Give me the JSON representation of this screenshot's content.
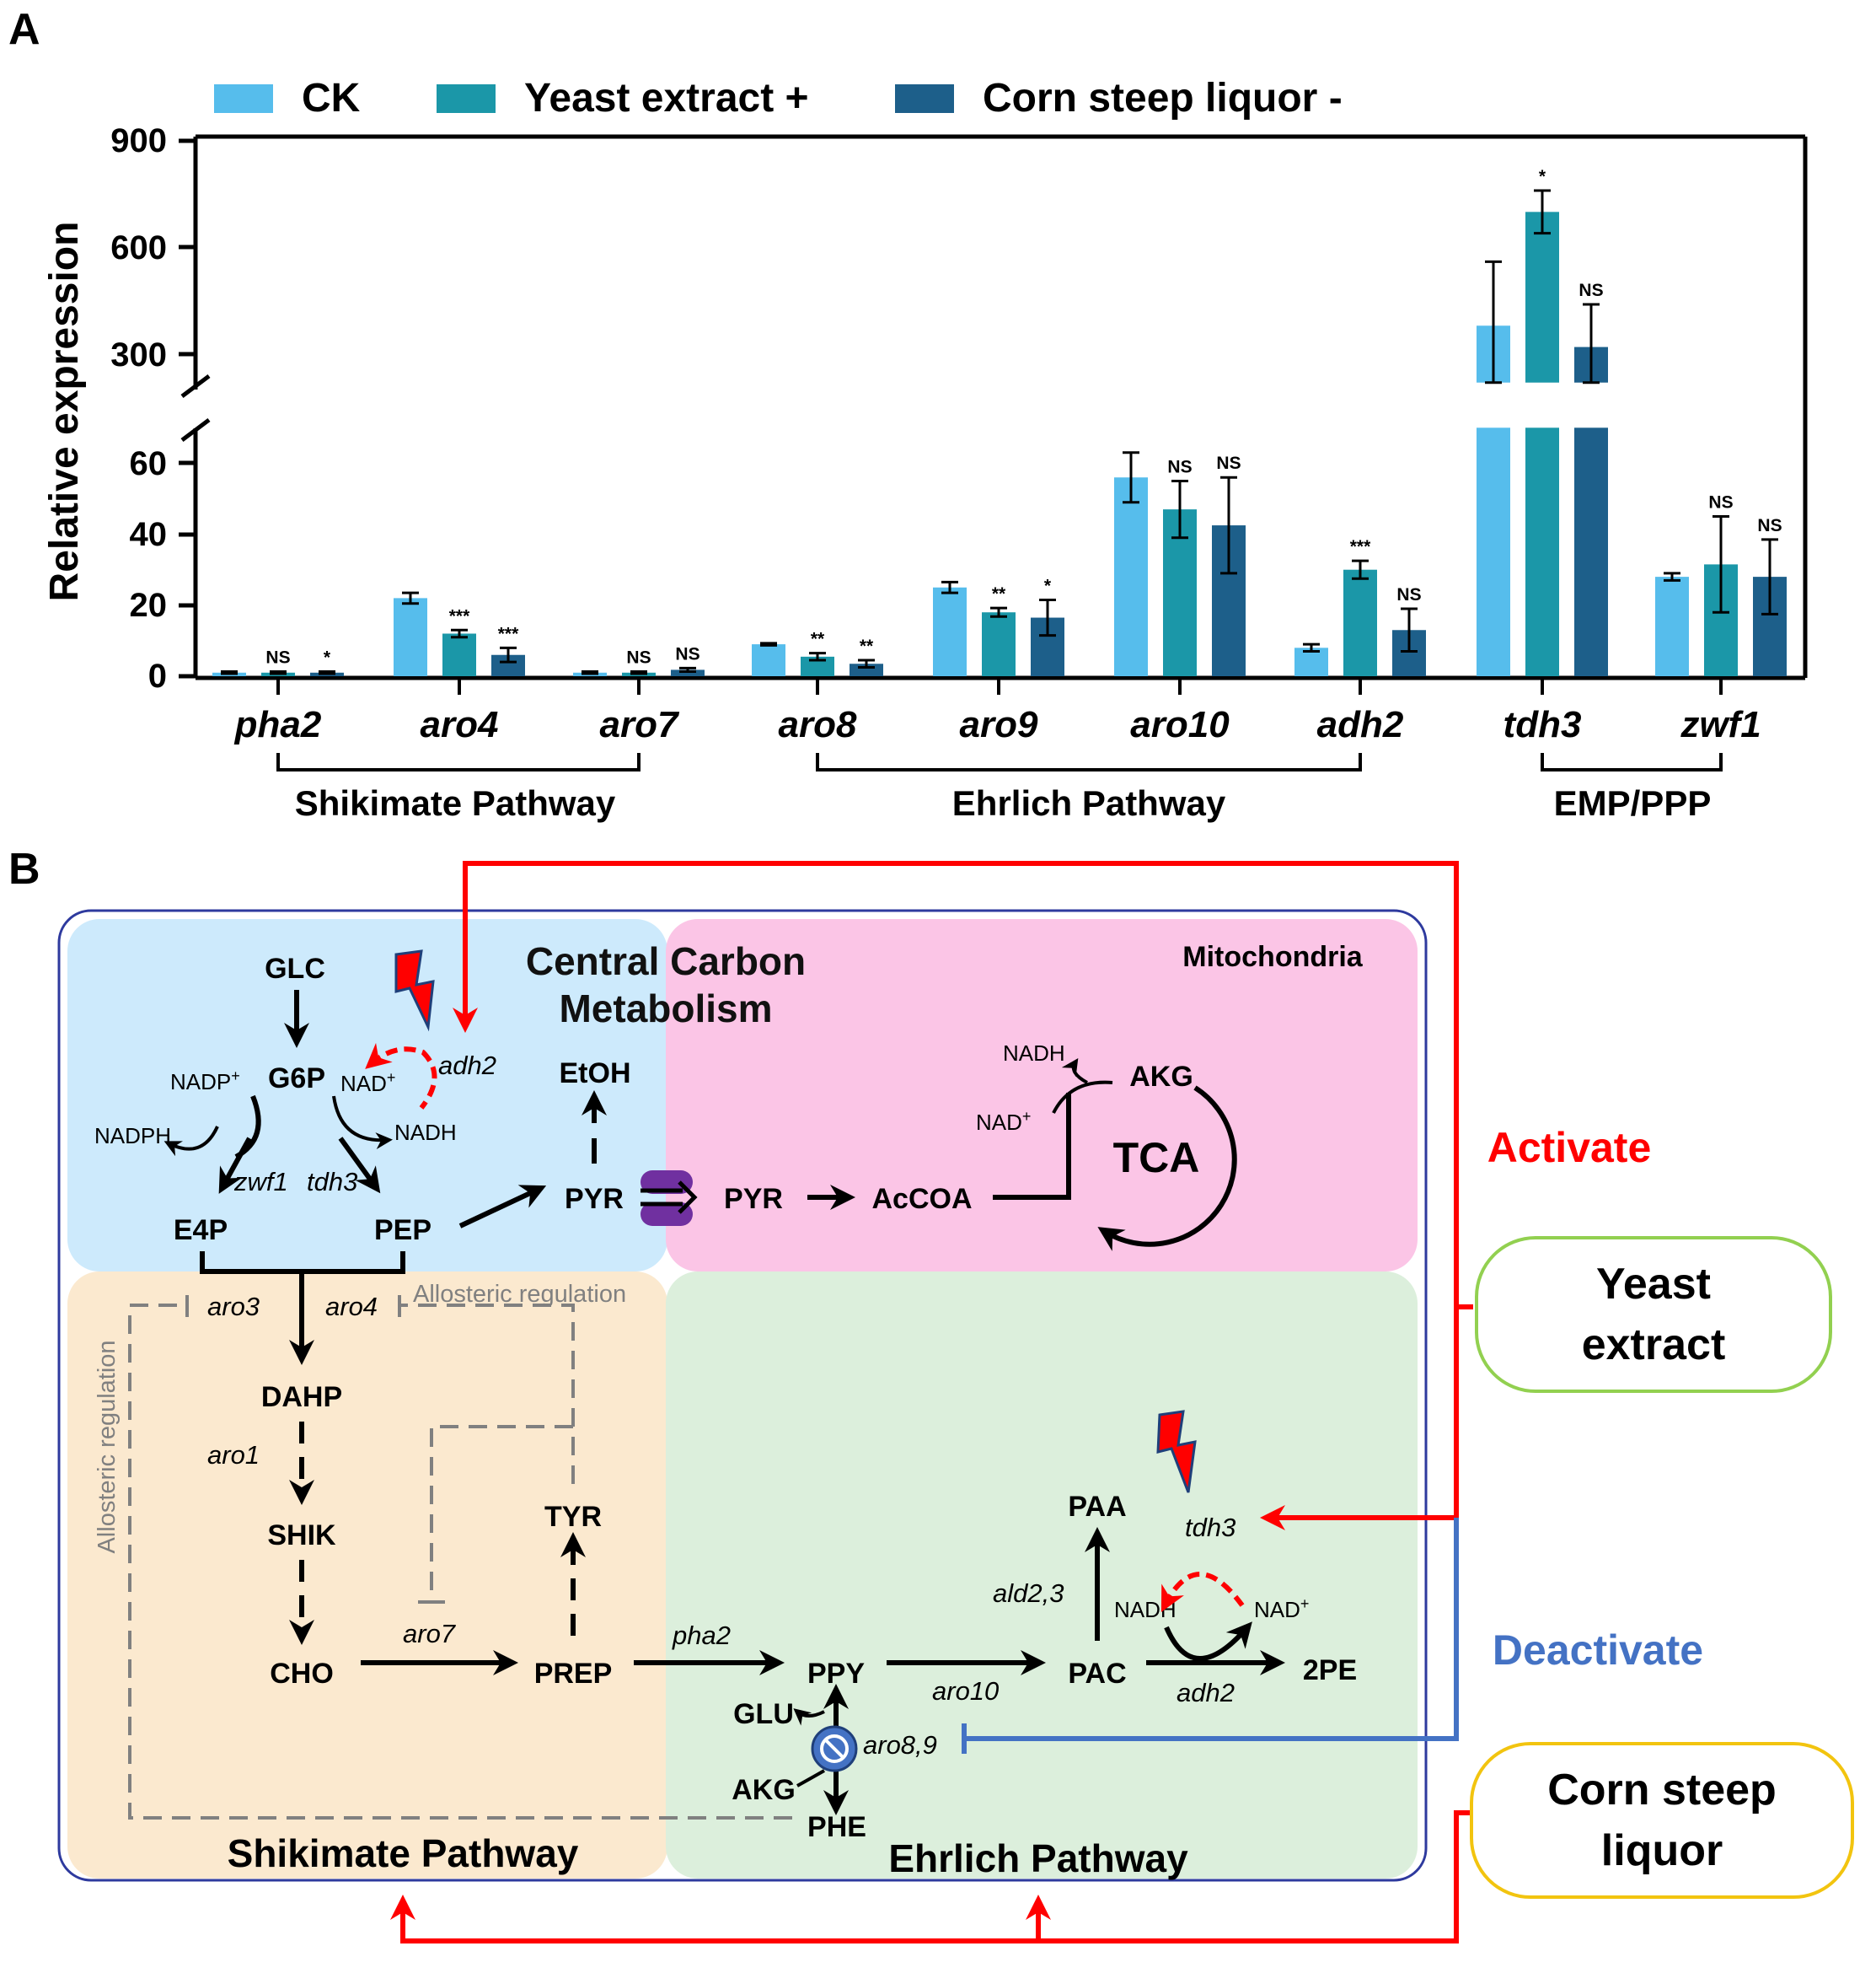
{
  "panel_a": {
    "label": "A",
    "legend": [
      "CK",
      "Yeast extract +",
      "Corn steep liquor -"
    ],
    "ylabel": "Relative expression",
    "y_ticks_lower": [
      "0",
      "20",
      "40",
      "60"
    ],
    "y_ticks_upper": [
      "300",
      "600",
      "900"
    ],
    "groups": [
      {
        "label": "Shikimate Pathway",
        "genes": [
          "pha2",
          "aro4",
          "aro7"
        ]
      },
      {
        "label": "Ehrlich Pathway",
        "genes": [
          "aro8",
          "aro9",
          "aro10",
          "adh2"
        ]
      },
      {
        "label": "EMP/PPP",
        "genes": [
          "tdh3",
          "zwf1"
        ]
      }
    ]
  },
  "chart_data": {
    "type": "bar",
    "categories": [
      "pha2",
      "aro4",
      "aro7",
      "aro8",
      "aro9",
      "aro10",
      "adh2",
      "tdh3",
      "zwf1"
    ],
    "xlabel": "",
    "ylabel": "Relative expression",
    "axis_break": {
      "lower": [
        0,
        70
      ],
      "upper": [
        200,
        900
      ]
    },
    "colors": [
      "#56bdec",
      "#1b97a8",
      "#1d5f8a"
    ],
    "series": [
      {
        "name": "CK",
        "values": [
          1,
          22,
          1,
          9,
          25,
          56,
          8,
          380,
          28
        ],
        "errors": [
          0.3,
          1.5,
          0.3,
          0.3,
          1.5,
          7,
          1,
          180,
          1
        ],
        "sig": [
          "",
          "",
          "",
          "",
          "",
          "",
          "",
          "",
          ""
        ]
      },
      {
        "name": "Yeast extract +",
        "values": [
          1,
          12,
          1,
          5.5,
          18,
          47,
          30,
          700,
          31.5
        ],
        "errors": [
          0.3,
          1,
          0.3,
          1,
          1.2,
          8,
          2.5,
          60,
          13.5
        ],
        "sig": [
          "NS",
          "***",
          "NS",
          "**",
          "**",
          "NS",
          "***",
          "*",
          "NS"
        ]
      },
      {
        "name": "Corn steep liquor -",
        "values": [
          1,
          6,
          1.8,
          3.5,
          16.5,
          42.5,
          13,
          320,
          28
        ],
        "errors": [
          0.3,
          2,
          0.5,
          1,
          5,
          13.5,
          6,
          120,
          10.5
        ],
        "sig": [
          "*",
          "***",
          "NS",
          "**",
          "*",
          "NS",
          "NS",
          "NS",
          "NS"
        ]
      }
    ]
  },
  "panel_b": {
    "label": "B",
    "regions": {
      "central": "Central Carbon Metabolism",
      "mito": "Mitochondria",
      "shikimate": "Shikimate Pathway",
      "ehrlich": "Ehrlich Pathway"
    },
    "metabolites": {
      "glc": "GLC",
      "g6p": "G6P",
      "e4p": "E4P",
      "pep": "PEP",
      "etoh": "EtOH",
      "pyr1": "PYR",
      "pyr2": "PYR",
      "accoa": "AcCOA",
      "akg_tca": "AKG",
      "tca": "TCA",
      "dahp": "DAHP",
      "shik": "SHIK",
      "cho": "CHO",
      "prep": "PREP",
      "tyr": "TYR",
      "ppy": "PPY",
      "pac": "PAC",
      "paa": "PAA",
      "pe2": "2PE",
      "glu": "GLU",
      "akg2": "AKG",
      "phe": "PHE"
    },
    "cofactors": {
      "nadp": "NADP",
      "nadph": "NADPH",
      "nad_g6p": "NAD",
      "nadh_g6p": "NADH",
      "nadh_tca": "NADH",
      "nad_tca": "NAD",
      "nadh_pac": "NADH",
      "nad_pac": "NAD",
      "plus": "+"
    },
    "enzymes": {
      "adh2_top": "adh2",
      "zwf1": "zwf1",
      "tdh3_c": "tdh3",
      "aro3": "aro3",
      "aro4": "aro4",
      "aro1": "aro1",
      "aro7": "aro7",
      "pha2": "pha2",
      "aro10": "aro10",
      "ald23": "ald2,3",
      "adh2_bot": "adh2",
      "aro89": "aro8,9",
      "tdh3_e": "tdh3"
    },
    "regulation": {
      "allo_h": "Allosteric regulation",
      "allo_v": "Allosteric regulation"
    },
    "effects": {
      "activate": "Activate",
      "deactivate": "Deactivate"
    },
    "treatments": {
      "yeast_1": "Yeast",
      "yeast_2": "extract",
      "corn_1": "Corn steep",
      "corn_2": "liquor"
    },
    "colors": {
      "blue_region": "#cdeafc",
      "pink_region": "#fbc5e6",
      "orange_region": "#fbe9cf",
      "green_region": "#dcefdc",
      "activate": "#ff0000",
      "deactivate": "#4472c4",
      "yeast_box": "#92d050",
      "corn_box": "#f2c40f",
      "transporter": "#7030a0"
    }
  }
}
